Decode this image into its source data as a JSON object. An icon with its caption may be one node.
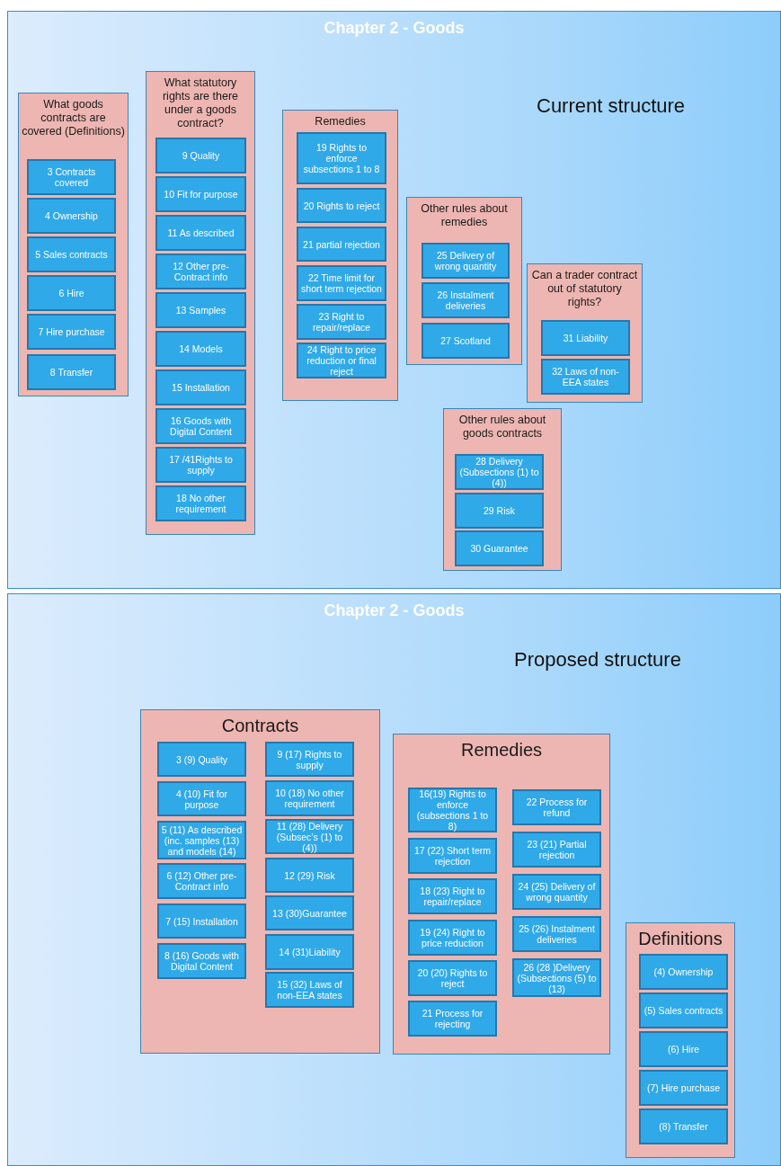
{
  "diagram": {
    "nodes": [
      {
        "text": [
          "Chapter 2 - Goods",
          "Current structure"
        ]
      },
      {
        "text": [
          "What goods contracts are covered (Definitions)"
        ],
        "in": 0
      },
      {
        "text": [
          "3 Contracts covered"
        ],
        "in": 1
      },
      {
        "text": [
          "4 Ownership"
        ],
        "in": 1
      },
      {
        "text": [
          "5 Sales contracts"
        ],
        "in": 1
      },
      {
        "text": [
          "6 Hire"
        ],
        "in": 1
      },
      {
        "text": [
          "7 Hire purchase"
        ],
        "in": 1
      },
      {
        "text": [
          "8 Transfer"
        ],
        "in": 1
      },
      {
        "text": [
          "What statutory rights are there under a goods contract?"
        ],
        "in": 0
      },
      {
        "text": [
          "9 Quality"
        ],
        "in": 8
      },
      {
        "text": [
          "10 Fit for purpose"
        ],
        "in": 8
      },
      {
        "text": [
          "11 As described"
        ],
        "in": 8
      },
      {
        "text": [
          "12 Other pre-Contract info"
        ],
        "in": 8
      },
      {
        "text": [
          "13 Samples"
        ],
        "in": 8
      },
      {
        "text": [
          "14 Models"
        ],
        "in": 8
      },
      {
        "text": [
          "15 Installation"
        ],
        "in": 8
      },
      {
        "text": [
          "16 Goods with Digital Content"
        ],
        "in": 8
      },
      {
        "text": [
          "17 /41Rights to supply"
        ],
        "in": 8
      },
      {
        "text": [
          "18 No other requirement"
        ],
        "in": 8
      },
      {
        "text": [
          "Remedies"
        ],
        "in": 0
      },
      {
        "text": [
          "19 Rights to enforce subsections 1 to 8"
        ],
        "in": 19
      },
      {
        "text": [
          "20 Rights to reject"
        ],
        "in": 19
      },
      {
        "text": [
          "21 partial rejection"
        ],
        "in": 19
      },
      {
        "text": [
          "22 Time limit for short term rejection"
        ],
        "in": 19
      },
      {
        "text": [
          "23 Right to repair/replace"
        ],
        "in": 19
      },
      {
        "text": [
          "24 Right to price reduction or final reject"
        ],
        "in": 19
      },
      {
        "text": [
          "Other rules about remedies"
        ],
        "in": 0
      },
      {
        "text": [
          "25 Delivery of wrong quantity"
        ],
        "in": 26
      },
      {
        "text": [
          "26 Instalment deliveries"
        ],
        "in": 26
      },
      {
        "text": [
          "27 Scotland"
        ],
        "in": 26
      },
      {
        "text": [
          "Can a trader contract out of statutory rights?"
        ],
        "in": 0
      },
      {
        "text": [
          "31 Liability"
        ],
        "in": 30
      },
      {
        "text": [
          "32 Laws of non-EEA states"
        ],
        "in": 30
      },
      {
        "text": [
          "Other rules about goods contracts"
        ],
        "in": 0
      },
      {
        "text": [
          "28 Delivery (Subsections (1) to (4))"
        ],
        "in": 33
      },
      {
        "text": [
          "29 Risk"
        ],
        "in": 33
      },
      {
        "text": [
          "30 Guarantee"
        ],
        "in": 33
      },
      {
        "text": [
          "Chapter 2 - Goods",
          "Proposed structure"
        ]
      },
      {
        "text": [
          "Contracts"
        ],
        "in": 37
      },
      {
        "text": [
          "3 (9) Quality"
        ],
        "in": 38
      },
      {
        "text": [
          "4 (10) Fit for purpose"
        ],
        "in": 38
      },
      {
        "text": [
          "5 (11) As described (inc. samples (13) and models (14)"
        ],
        "in": 38
      },
      {
        "text": [
          "6 (12) Other pre-Contract info"
        ],
        "in": 38
      },
      {
        "text": [
          "7 (15) Installation"
        ],
        "in": 38
      },
      {
        "text": [
          "8 (16) Goods with Digital Content"
        ],
        "in": 38
      },
      {
        "text": [
          "9 (17) Rights to supply"
        ],
        "in": 38
      },
      {
        "text": [
          "10 (18) No other requirement"
        ],
        "in": 38
      },
      {
        "text": [
          "11 (28) Delivery (Subsec’s (1) to (4))"
        ],
        "in": 38
      },
      {
        "text": [
          "12 (29) Risk"
        ],
        "in": 38
      },
      {
        "text": [
          "13  (30)Guarantee"
        ],
        "in": 38
      },
      {
        "text": [
          "14  (31)Liability"
        ],
        "in": 38
      },
      {
        "text": [
          "15 (32) Laws of non-EEA states"
        ],
        "in": 38
      },
      {
        "text": [
          "Remedies"
        ],
        "in": 37
      },
      {
        "text": [
          "16(19) Rights to enforce (subsections 1 to 8)"
        ],
        "in": 52
      },
      {
        "text": [
          "17 (22) Short term rejection"
        ],
        "in": 52
      },
      {
        "text": [
          "18 (23) Right to repair/replace"
        ],
        "in": 52
      },
      {
        "text": [
          "19 (24) Right to price reduction"
        ],
        "in": 52
      },
      {
        "text": [
          "20 (20) Rights to reject"
        ],
        "in": 52
      },
      {
        "text": [
          "21 Process for rejecting"
        ],
        "in": 52
      },
      {
        "text": [
          "22 Process for refund"
        ],
        "in": 52
      },
      {
        "text": [
          "23 (21) Partial rejection"
        ],
        "in": 52
      },
      {
        "text": [
          "24 (25) Delivery of wrong quantity"
        ],
        "in": 52
      },
      {
        "text": [
          "25 (26) Instalment deliveries"
        ],
        "in": 52
      },
      {
        "text": [
          "26 (28 )Delivery (Subsections (5) to (13)"
        ],
        "in": 52
      },
      {
        "text": [
          "Definitions"
        ],
        "in": 37
      },
      {
        "text": [
          "(4) Ownership"
        ],
        "in": 64
      },
      {
        "text": [
          "(5) Sales contracts"
        ],
        "in": 64
      },
      {
        "text": [
          "(6) Hire"
        ],
        "in": 64
      },
      {
        "text": [
          "(7) Hire purchase"
        ],
        "in": 64
      },
      {
        "text": [
          "(8) Transfer"
        ],
        "in": 64
      }
    ]
  }
}
